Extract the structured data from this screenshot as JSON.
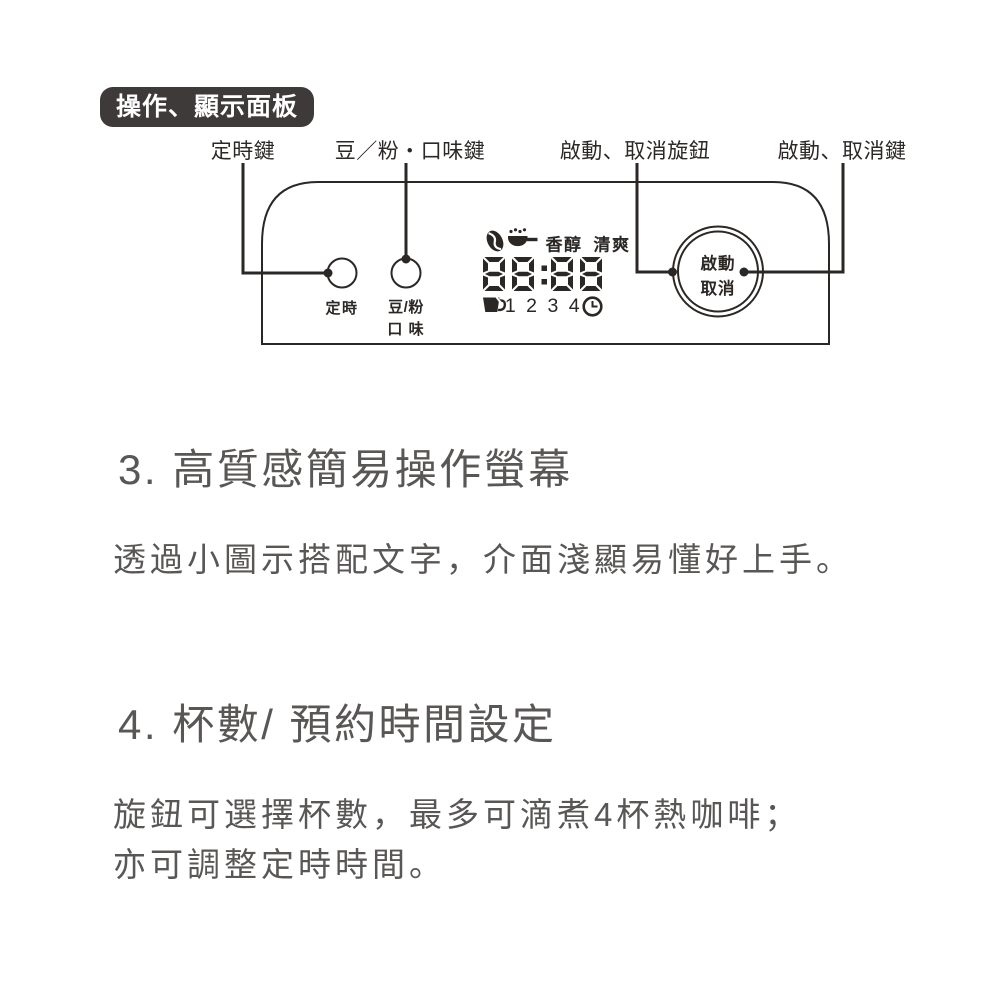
{
  "page": {
    "background": "#ffffff",
    "ink_color": "#2b2725",
    "gray_text_color": "#595756"
  },
  "badge": {
    "label": "操作、顯示面板",
    "bg": "#3e3a39",
    "text_color": "#ffffff"
  },
  "diagram": {
    "callouts": [
      {
        "label": "定時鍵"
      },
      {
        "label": "豆／粉・口味鍵"
      },
      {
        "label": "啟動、取消旋鈕"
      },
      {
        "label": "啟動、取消鍵"
      }
    ],
    "panel": {
      "timer_button_label": "定時",
      "bean_button_label_line1": "豆/粉",
      "bean_button_label_line2": "口 味",
      "display": {
        "icons": [
          "coffee-bean-icon",
          "powder-pot-icon",
          "cup-icon",
          "clock-icon"
        ],
        "flavor_left": "香醇",
        "flavor_right": "清爽",
        "time": "88:88",
        "cup_scale": "1 2 3 4"
      },
      "knob": {
        "line1": "啟動",
        "line2": "取消"
      }
    }
  },
  "sections": [
    {
      "heading": "3. 高質感簡易操作螢幕",
      "body": [
        "透過小圖示搭配文字，介面淺顯易懂好上手。"
      ]
    },
    {
      "heading": "4. 杯數/ 預約時間設定",
      "body": [
        "旋鈕可選擇杯數，最多可滴煮4杯熱咖啡；",
        "亦可調整定時時間。"
      ]
    }
  ]
}
